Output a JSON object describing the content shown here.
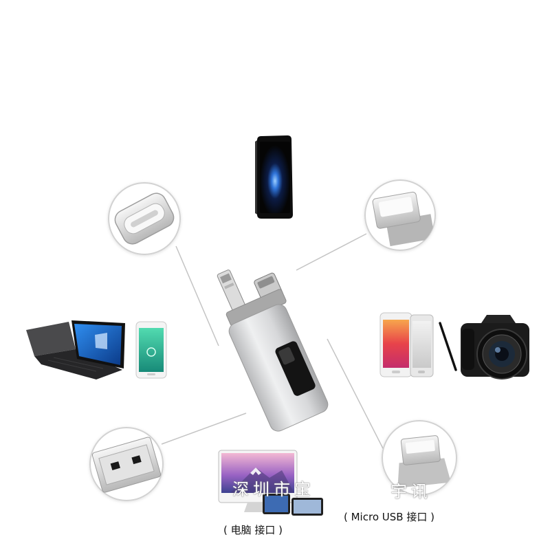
{
  "colors": {
    "callout_border": "#d2d2d2",
    "leader_line": "#c4c4c4",
    "device_black": "#0d0d0d",
    "slash_black": "#111111"
  },
  "callouts": {
    "top_left": {
      "icon": "usb-type-c-connector-icon"
    },
    "top_right": {
      "icon": "lightning-connector-icon"
    },
    "bottom_left": {
      "icon": "usb-a-connector-icon"
    },
    "bottom_right": {
      "icon": "micro-usb-connector-icon"
    }
  },
  "devices": {
    "top": {
      "icon": "iphone-icon"
    },
    "left": [
      {
        "icon": "laptop-icon"
      },
      {
        "icon": "android-phone-icon"
      }
    ],
    "right": [
      {
        "icon": "android-phone-icon"
      },
      {
        "icon": "android-phone-icon"
      },
      {
        "icon": "slash-divider-icon"
      },
      {
        "icon": "dslr-camera-icon"
      }
    ],
    "bottom": [
      {
        "icon": "desktop-monitor-icon"
      },
      {
        "icon": "tablet-icon"
      }
    ]
  },
  "product": {
    "icon": "four-in-one-flash-drive-icon"
  },
  "labels": {
    "computer_port": "( 电脑 接口 )",
    "micro_usb_port": "( Micro USB 接口 )"
  },
  "watermark": {
    "left": "深圳市宝",
    "right": "宇讯"
  }
}
